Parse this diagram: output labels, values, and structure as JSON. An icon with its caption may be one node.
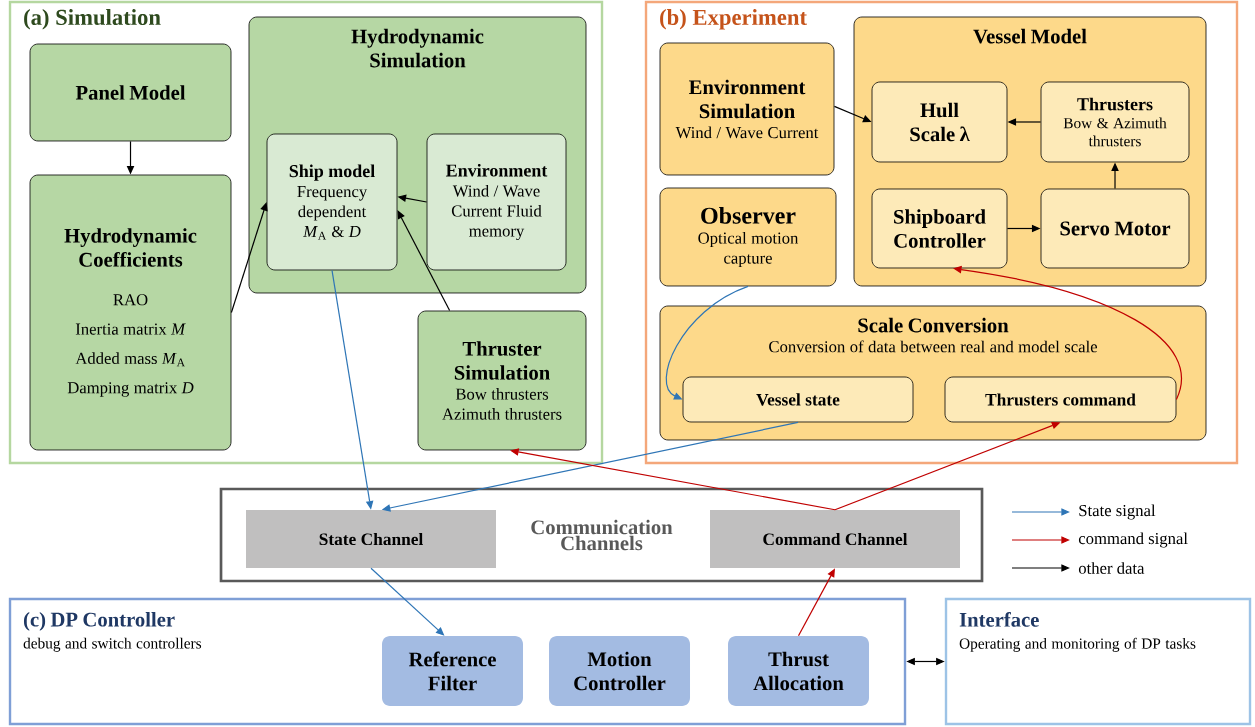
{
  "diagram": {
    "nodes": [
      {
        "text": [
          "(a) Simulation"
        ]
      },
      {
        "text": [
          "Panel Model"
        ],
        "in": 0
      },
      {
        "text": [
          "Hydrodynamic Coefficients",
          "RAO",
          "Inertia matrix *M*",
          "Added mass *M*$_{A}$",
          "Damping matrix *D*"
        ],
        "in": 0
      },
      {
        "text": [
          "Hydrodynamic Simulation"
        ],
        "in": 0
      },
      {
        "text": [
          "Ship model",
          "Frequency dependent *M*$_{A}$ & *D*"
        ],
        "in": 3
      },
      {
        "text": [
          "Environment",
          "Wind / Wave Current Fluid memory"
        ],
        "in": 3
      },
      {
        "text": [
          "Thruster Simulation",
          "Bow thrusters Azimuth thrusters"
        ],
        "in": 0
      },
      {
        "text": [
          "(b) Experiment"
        ]
      },
      {
        "text": [
          "Environment Simulation",
          "Wind / Wave Current"
        ],
        "in": 7
      },
      {
        "text": [
          "Observer",
          "Optical motion capture"
        ],
        "in": 7
      },
      {
        "text": [
          "Vessel Model"
        ],
        "in": 7
      },
      {
        "text": [
          "Hull Scale λ"
        ],
        "in": 10
      },
      {
        "text": [
          "Thrusters",
          "Bow & Azimuth thrusters"
        ],
        "in": 10
      },
      {
        "text": [
          "Shipboard Controller"
        ],
        "in": 10
      },
      {
        "text": [
          "Servo Motor"
        ],
        "in": 10
      },
      {
        "text": [
          "Scale Conversion",
          "Conversion of data between real and model scale"
        ],
        "in": 7
      },
      {
        "text": [
          "Vessel state"
        ],
        "in": 15
      },
      {
        "text": [
          "Thrusters command"
        ],
        "in": 15
      },
      {
        "text": [
          "Communication Channels"
        ]
      },
      {
        "text": [
          "State Channel"
        ],
        "in": 18
      },
      {
        "text": [
          "Command Channel"
        ],
        "in": 18
      },
      {
        "text": [
          "(c) DP Controller",
          "debug and switch controllers"
        ]
      },
      {
        "text": [
          "Reference Filter"
        ],
        "in": 21
      },
      {
        "text": [
          "Motion Controller"
        ],
        "in": 21
      },
      {
        "text": [
          "Thrust Allocation"
        ],
        "in": 21
      },
      {
        "text": [
          "Interface",
          "Operating and monitoring of DP tasks"
        ]
      }
    ],
    "edges": [
      {
        "from": 1,
        "to": 2,
        "arrow": "to"
      },
      {
        "from": 2,
        "to": 4,
        "arrow": "to"
      },
      {
        "from": 5,
        "to": 4,
        "arrow": "to"
      },
      {
        "from": 6,
        "to": 4,
        "arrow": "to"
      },
      {
        "from": 8,
        "to": 11,
        "arrow": "to"
      },
      {
        "from": 12,
        "to": 11,
        "arrow": "to"
      },
      {
        "from": 14,
        "to": 12,
        "arrow": "to"
      },
      {
        "from": 13,
        "to": 14,
        "arrow": "to"
      },
      {
        "from": 4,
        "to": 19,
        "arrow": "to",
        "color": "#2e75b6"
      },
      {
        "from": 16,
        "to": 19,
        "arrow": "to",
        "color": "#2e75b6"
      },
      {
        "from": 9,
        "to": 16,
        "arrow": "to",
        "color": "#2e75b6"
      },
      {
        "from": 19,
        "to": 22,
        "arrow": "to",
        "color": "#2e75b6"
      },
      {
        "from": 24,
        "to": 20,
        "arrow": "to",
        "color": "#c00000"
      },
      {
        "from": 20,
        "to": 6,
        "arrow": "to",
        "color": "#c00000"
      },
      {
        "from": 20,
        "to": 17,
        "arrow": "to",
        "color": "#c00000"
      },
      {
        "from": 17,
        "to": 13,
        "arrow": "to",
        "color": "#c00000"
      },
      {
        "from": 21,
        "to": 25,
        "arrow": "both"
      }
    ],
    "legend": [
      {
        "text": "State signal"
      },
      {
        "text": "command signal"
      },
      {
        "text": "other data"
      }
    ]
  }
}
